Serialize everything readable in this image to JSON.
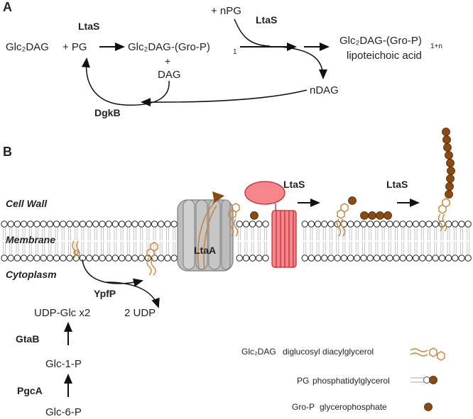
{
  "panel_a": {
    "label": "A",
    "glc2dag": "Glc₂DAG",
    "plus_pg": "+ PG",
    "ltas_1": "LtaS",
    "product_1": "Glc₂DAG-(Gro-P)",
    "product_1_sub": "1",
    "plus": "+",
    "dag": "DAG",
    "plus_npg": "+ nPG",
    "ltas_2": "LtaS",
    "final_product": "Glc₂DAG-(Gro-P)",
    "final_product_sub": "1+n",
    "final_name": "lipoteichoic acid",
    "ndag": "nDAG",
    "dgkb": "DgkB"
  },
  "panel_b": {
    "label": "B",
    "cell_wall": "Cell Wall",
    "membrane": "Membrane",
    "cytoplasm": "Cytoplasm",
    "ltaa": "LtaA",
    "ltas_1": "LtaS",
    "ltas_2": "LtaS",
    "ypfp": "YpfP",
    "udp_glc": "UDP-Glc x2",
    "two_udp": "2 UDP",
    "gtab": "GtaB",
    "glc1p": "Glc-1-P",
    "pgca": "PgcA",
    "glc6p": "Glc-6-P"
  },
  "legend": {
    "glc2dag_symbol": "Glc₂DAG",
    "glc2dag_desc": "diglucosyl diacylglycerol",
    "pg_symbol": "PG",
    "pg_desc": "phosphatidylglycerol",
    "grop_symbol": "Gro-P",
    "grop_desc": "glycerophosphate"
  },
  "colors": {
    "orange": "#c8843a",
    "brown": "#8b4a10",
    "ltas_red": "#e8474f",
    "ltas_fill": "#f4868c",
    "ltaa_grey": "#b8b8b8"
  }
}
